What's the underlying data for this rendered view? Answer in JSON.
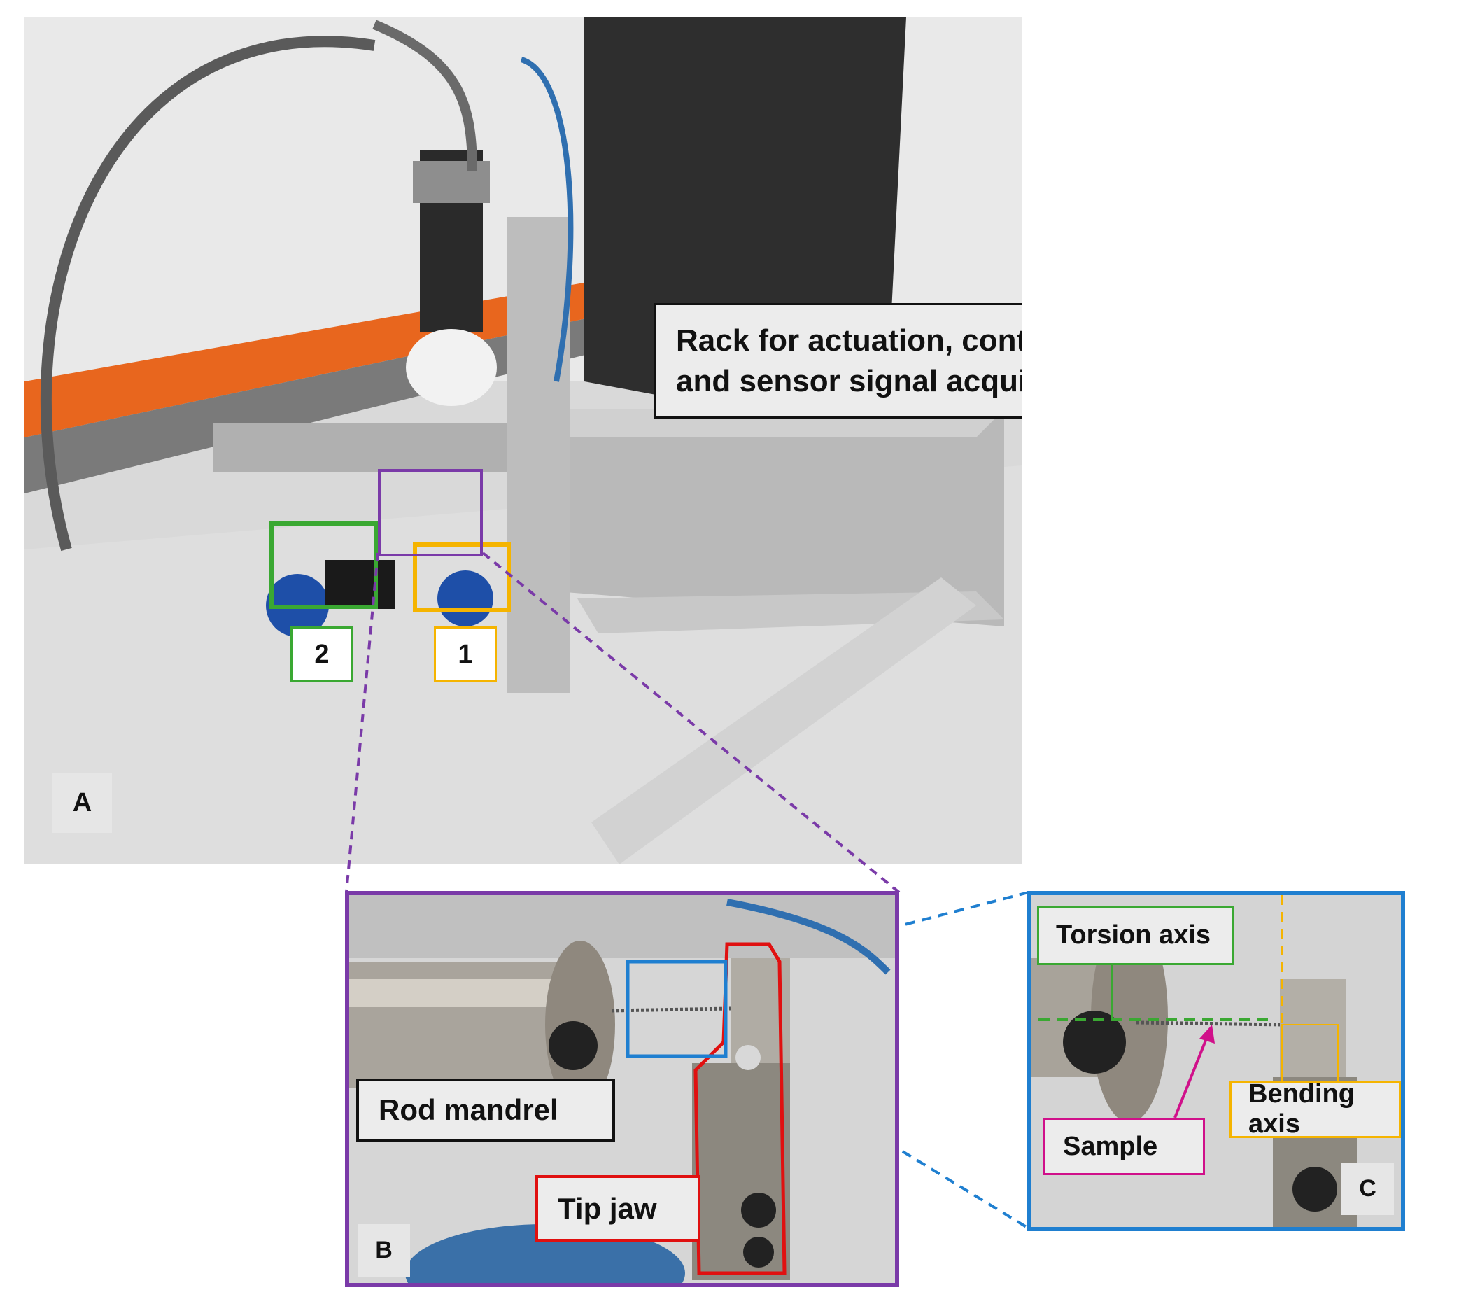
{
  "panel_a": {
    "letter": "A",
    "rack_callout": "Rack for actuation, control and sensor signal acquiring",
    "rack_callout_line1": "Rack for actuation, control",
    "rack_callout_line2": "and sensor signal acquiring",
    "marker_1": "1",
    "marker_2": "2"
  },
  "panel_b": {
    "letter": "B",
    "rod_mandrel_label": "Rod mandrel",
    "tip_jaw_label": "Tip jaw"
  },
  "panel_c": {
    "letter": "C",
    "torsion_axis_label": "Torsion axis",
    "bending_axis_label": "Bending axis",
    "sample_label": "Sample"
  },
  "colors": {
    "purple": "#7a3aa8",
    "blue": "#1f7fd0",
    "orange": "#f5b400",
    "green": "#3aa832",
    "red": "#e01010",
    "magenta": "#d0108a",
    "rack_orange": "#e8661e"
  }
}
